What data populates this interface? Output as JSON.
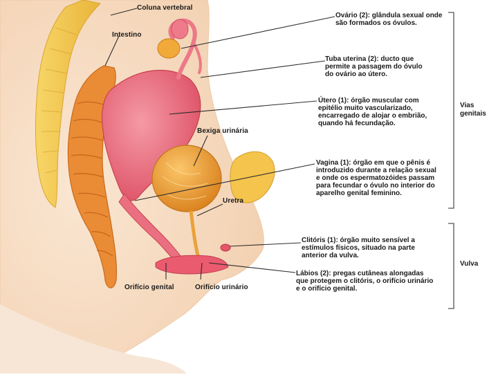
{
  "labels": {
    "coluna": "Coluna vertebral",
    "intestino": "Intestino",
    "bexiga": "Bexiga urinária",
    "uretra": "Uretra",
    "orificio_genital": "Orifício genital",
    "orificio_urinario": "Orifício urinário"
  },
  "descriptions": {
    "ovario": [
      "Ovário (2): glândula sexual onde",
      "são formados os óvulos."
    ],
    "tuba": [
      "Tuba uterina (2): ducto que",
      "permite a passagem do óvulo",
      "do ovário ao útero."
    ],
    "utero": [
      "Útero (1): órgão muscular com",
      "epitélio muito vascularizado,",
      "encarregado de alojar o embrião,",
      "quando há fecundação."
    ],
    "vagina": [
      "Vagina (1): órgão em que o pênis é",
      "introduzido durante a relação sexual",
      "e onde os espermatozóides passam",
      "para fecundar o óvulo no interior do",
      "aparelho genital feminino."
    ],
    "clitoris": [
      "Clitóris (1): órgão muito sensível a",
      "estímulos físicos, situado na parte",
      "anterior da vulva."
    ],
    "labios": [
      "Lábios (2): pregas cutâneas alongadas",
      "que protegem o clitóris, o orifício urinário",
      "e o orifício genital."
    ]
  },
  "groups": {
    "vias_genitais": [
      "Vias",
      "genitais"
    ],
    "vulva": "Vulva"
  },
  "colors": {
    "skin": "#f7ddc4",
    "skin_edge": "#eec9a4",
    "uterus": "#e85f72",
    "colon": "#e98a34",
    "spine": "#f3c64a",
    "bladder": "#e89a2a",
    "line": "#2b2b2b"
  }
}
